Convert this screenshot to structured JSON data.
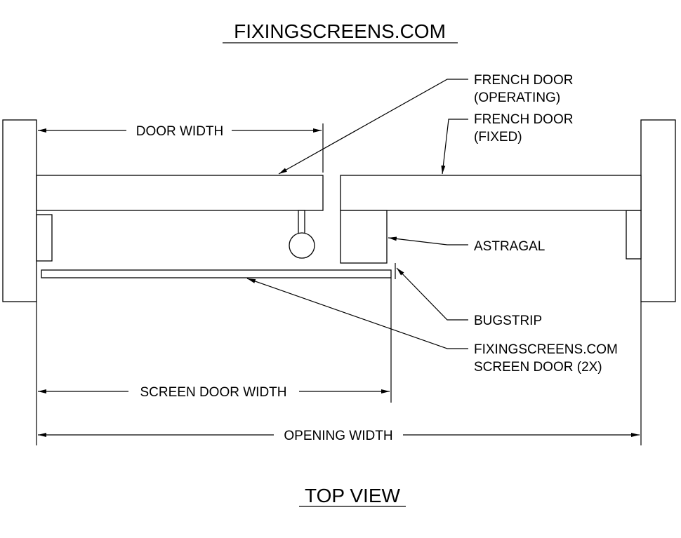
{
  "title": "FIXINGSCREENS.COM",
  "subtitle": "TOP VIEW",
  "labels": {
    "door_width": "DOOR WIDTH",
    "screen_door_width": "SCREEN DOOR WIDTH",
    "opening_width": "OPENING WIDTH",
    "french_door_operating_1": "FRENCH DOOR",
    "french_door_operating_2": "(OPERATING)",
    "french_door_fixed_1": "FRENCH DOOR",
    "french_door_fixed_2": "(FIXED)",
    "astragal": "ASTRAGAL",
    "bugstrip": "BUGSTRIP",
    "screen_door_1": "FIXINGSCREENS.COM",
    "screen_door_2": "SCREEN DOOR (2X)"
  }
}
